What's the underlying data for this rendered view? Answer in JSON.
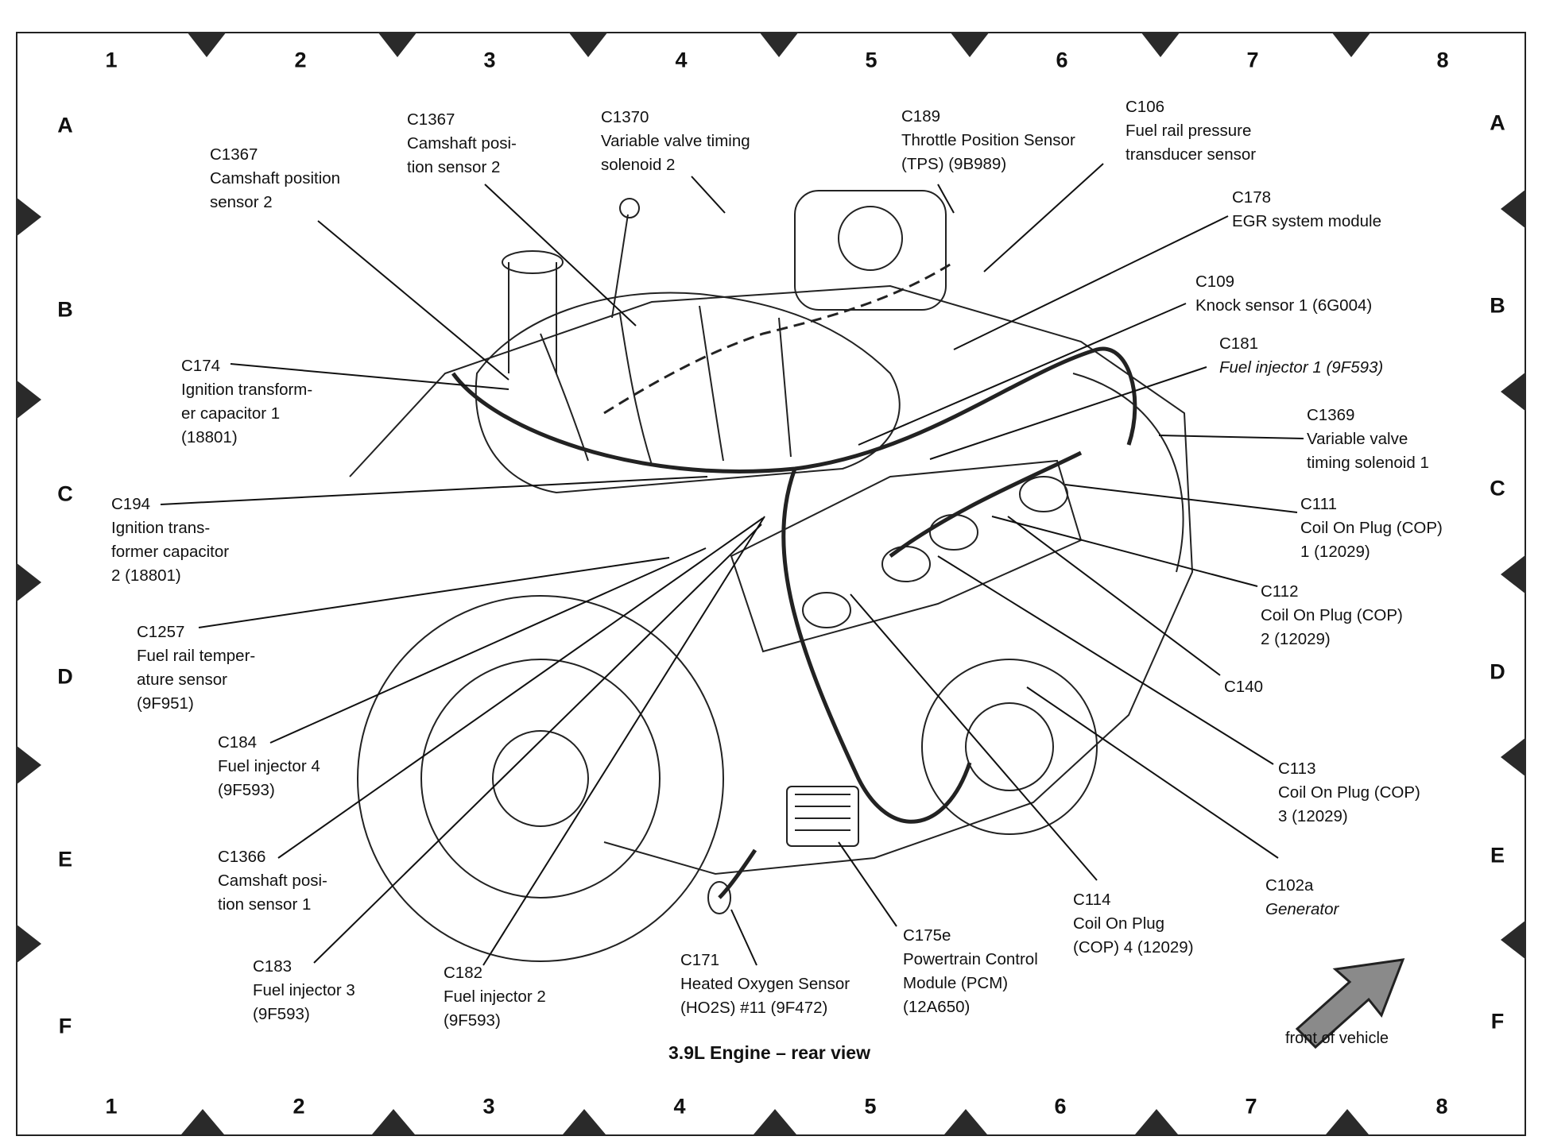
{
  "grid": {
    "columns": [
      "1",
      "2",
      "3",
      "4",
      "5",
      "6",
      "7",
      "8"
    ],
    "rows": [
      "A",
      "B",
      "C",
      "D",
      "E",
      "F"
    ]
  },
  "caption": "3.9L Engine – rear view",
  "front_label": "front of vehicle",
  "callouts": {
    "c1367_left": {
      "code": "C1367",
      "desc": "Camshaft position\nsensor 2"
    },
    "c1367_top": {
      "code": "C1367",
      "desc": "Camshaft posi-\ntion sensor 2"
    },
    "c1370": {
      "code": "C1370",
      "desc": "Variable valve timing\nsolenoid 2"
    },
    "c189": {
      "code": "C189",
      "desc": "Throttle Position Sensor\n(TPS) (9B989)"
    },
    "c106": {
      "code": "C106",
      "desc": "Fuel rail pressure\ntransducer sensor"
    },
    "c178": {
      "code": "C178",
      "desc": "EGR system module"
    },
    "c109": {
      "code": "C109",
      "desc": "Knock sensor 1 (6G004)"
    },
    "c181": {
      "code": "C181",
      "desc": "Fuel injector 1 (9F593)"
    },
    "c1369": {
      "code": "C1369",
      "desc": "Variable valve\ntiming solenoid 1"
    },
    "c111": {
      "code": "C111",
      "desc": "Coil On Plug (COP)\n1 (12029)"
    },
    "c112": {
      "code": "C112",
      "desc": "Coil On Plug (COP)\n2 (12029)"
    },
    "c140": {
      "code": "C140",
      "desc": ""
    },
    "c113": {
      "code": "C113",
      "desc": "Coil On Plug (COP)\n3 (12029)"
    },
    "c102a": {
      "code": "C102a",
      "desc": "Generator"
    },
    "c114": {
      "code": "C114",
      "desc": "Coil On Plug\n(COP) 4 (12029)"
    },
    "c175e": {
      "code": "C175e",
      "desc": "Powertrain Control\nModule (PCM)\n(12A650)"
    },
    "c171": {
      "code": "C171",
      "desc": "Heated Oxygen Sensor\n(HO2S) #11 (9F472)"
    },
    "c182": {
      "code": "C182",
      "desc": "Fuel injector 2\n(9F593)"
    },
    "c183": {
      "code": "C183",
      "desc": "Fuel injector 3\n(9F593)"
    },
    "c1366": {
      "code": "C1366",
      "desc": "Camshaft posi-\ntion sensor 1"
    },
    "c184": {
      "code": "C184",
      "desc": "Fuel injector 4\n(9F593)"
    },
    "c1257": {
      "code": "C1257",
      "desc": "Fuel rail temper-\nature sensor\n(9F951)"
    },
    "c194": {
      "code": "C194",
      "desc": "Ignition trans-\nformer capacitor\n2 (18801)"
    },
    "c174": {
      "code": "C174",
      "desc": "Ignition transform-\ner capacitor 1\n(18801)"
    }
  },
  "colors": {
    "ink": "#111111",
    "paper": "#ffffff",
    "marker": "#2a2a2a",
    "arrow_fill": "#8a8a8a"
  },
  "icons": [
    "grid-marker-triangle",
    "front-of-vehicle-arrow-icon"
  ]
}
